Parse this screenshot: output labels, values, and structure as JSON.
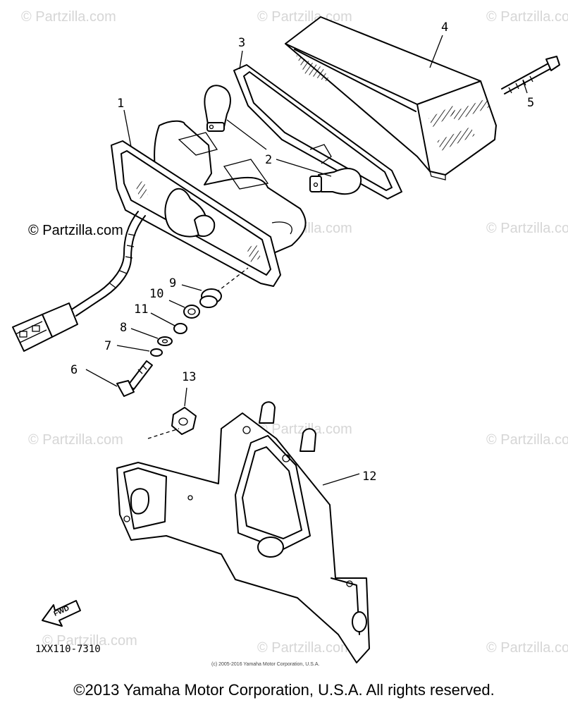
{
  "watermark_text": "© Partzilla.com",
  "callouts": [
    "1",
    "2",
    "3",
    "4",
    "5",
    "6",
    "7",
    "8",
    "9",
    "10",
    "11",
    "12",
    "13"
  ],
  "fwd_label": "FWD",
  "diagram_code": "1XX110-7310",
  "small_copyright": "(c) 2005-2016 Yamaha Motor Corporation, U.S.A.",
  "footer_copyright": "©2013 Yamaha Motor Corporation, U.S.A. All rights reserved."
}
